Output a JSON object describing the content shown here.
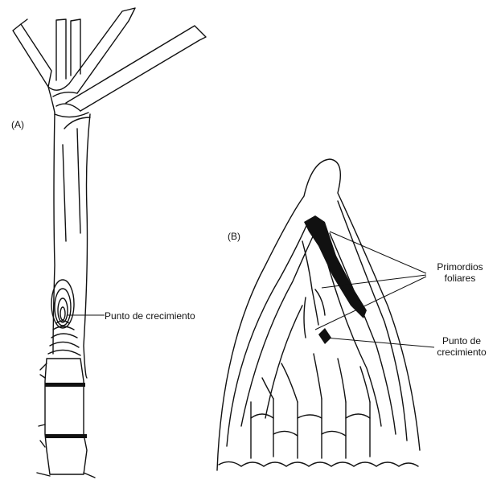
{
  "figure": {
    "panel_a_label": "(A)",
    "panel_b_label": "(B)",
    "label_a_growth_point": "Punto de crecimiento",
    "label_b_primordia_line1": "Primordios",
    "label_b_primordia_line2": "foliares",
    "label_b_growth_line1": "Punto de",
    "label_b_growth_line2": "crecimiento"
  },
  "colors": {
    "ink": "#111111",
    "paper": "#ffffff"
  }
}
